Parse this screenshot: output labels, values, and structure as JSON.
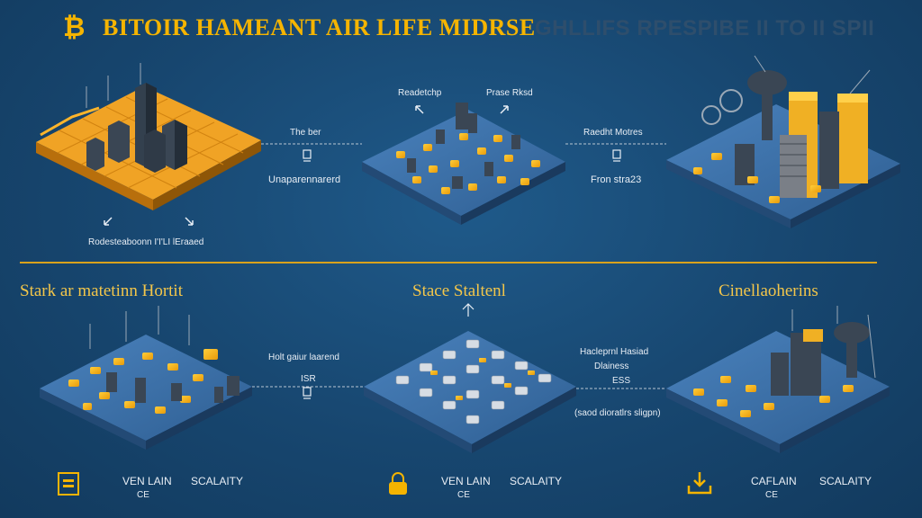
{
  "header": {
    "title": "BITOIR HAMEANT AIR LIFE MIDRSE",
    "title_faded": "GHLLIFS RPESPIBE II TO II SPII",
    "logo_icon": "bitcoin-icon"
  },
  "colors": {
    "background": "#17466f",
    "accent": "#f5b400",
    "tile": "#3b6fa8",
    "divider": "#d9a21c"
  },
  "top_row": {
    "left_caption": "Rodesteaboonn I'I'LI lEraaed",
    "link1": {
      "top": "The ber",
      "bottom": "Unaparennarerd"
    },
    "middle_tags": [
      "Readetchp",
      "Prase Rksd"
    ],
    "link2": {
      "top": "Raedht Motres",
      "bottom": "Fron stra23"
    }
  },
  "bottom_row": {
    "left_title": "Stark ar matetinn Hortit",
    "middle_title": "Stace Staltenl",
    "right_title": "Cinellaoherins",
    "link1": {
      "top": "Holt gaiur laarend",
      "bottom": "ISR"
    },
    "link2": {
      "top": "Hacleprnl Hasiad",
      "middle": "Dlainess",
      "bottom": "ESS",
      "note": "(saod dioratlrs sligpn)"
    }
  },
  "footer": {
    "groups": [
      {
        "icon": "document-stack-icon",
        "label1": "VEN LAIN",
        "label1_sub": "CE",
        "label2": "SCALAITY"
      },
      {
        "icon": "padlock-icon",
        "label1": "VEN LAIN",
        "label1_sub": "CE",
        "label2": "SCALAITY"
      },
      {
        "icon": "download-tray-icon",
        "label1": "CAFLAIN",
        "label1_sub": "CE",
        "label2": "SCALAITY"
      }
    ]
  }
}
